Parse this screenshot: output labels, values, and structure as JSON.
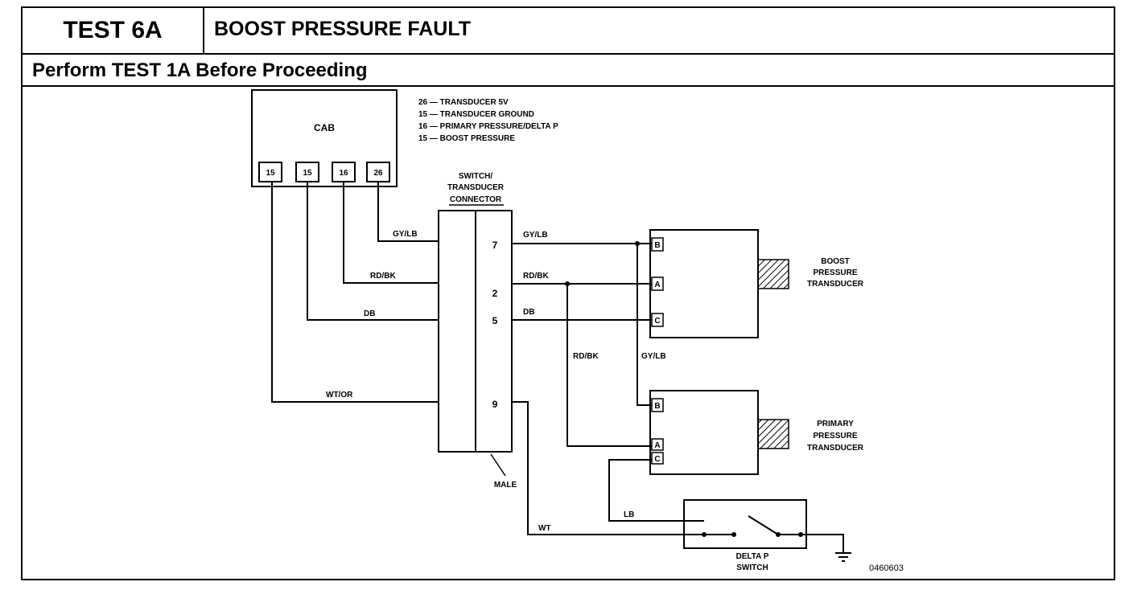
{
  "header": {
    "test_label": "TEST 6A",
    "title": "BOOST PRESSURE FAULT",
    "subtitle": "Perform TEST 1A Before Proceeding"
  },
  "diagram": {
    "cab_label": "CAB",
    "cab_pins": [
      "15",
      "15",
      "16",
      "26"
    ],
    "legend": [
      "26 — TRANSDUCER 5V",
      "15 — TRANSDUCER GROUND",
      "16 — PRIMARY PRESSURE/DELTA P",
      "15 — BOOST PRESSURE"
    ],
    "connector_label": [
      "SWITCH/",
      "TRANSDUCER",
      "CONNECTOR"
    ],
    "connector_pins": [
      "7",
      "2",
      "5",
      "9"
    ],
    "male_label": "MALE",
    "wires": {
      "gy_lb_left": "GY/LB",
      "gy_lb_right": "GY/LB",
      "gy_lb_vertical": "GY/LB",
      "rd_bk_left": "RD/BK",
      "rd_bk_right": "RD/BK",
      "rd_bk_vertical": "RD/BK",
      "db_left": "DB",
      "db_right": "DB",
      "wt_or": "WT/OR",
      "wt": "WT",
      "lb": "LB"
    },
    "boost_transducer": [
      "BOOST",
      "PRESSURE",
      "TRANSDUCER"
    ],
    "boost_pins": [
      "B",
      "A",
      "C"
    ],
    "primary_transducer": [
      "PRIMARY",
      "PRESSURE",
      "TRANSDUCER"
    ],
    "primary_pins": [
      "B",
      "A",
      "C"
    ],
    "delta_switch": [
      "DELTA P",
      "SWITCH"
    ],
    "figure_number": "0460603"
  }
}
